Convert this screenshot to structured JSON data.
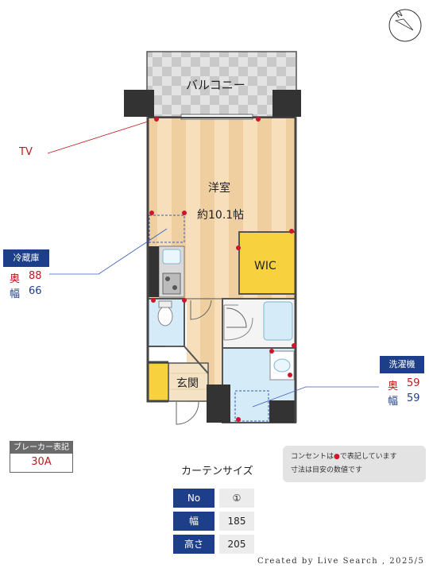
{
  "rooms": {
    "balcony": "バルコニー",
    "western_room": "洋室",
    "western_room_size": "約10.1帖",
    "wic": "WIC",
    "entrance": "玄関"
  },
  "tv": {
    "label": "TV"
  },
  "fridge": {
    "title": "冷蔵庫",
    "depth_label": "奥",
    "depth_value": "88",
    "width_label": "幅",
    "width_value": "66"
  },
  "washer": {
    "title": "洗濯機",
    "depth_label": "奥",
    "depth_value": "59",
    "width_label": "幅",
    "width_value": "59"
  },
  "breaker": {
    "title": "ブレーカー表記",
    "value": "30A"
  },
  "note": {
    "line1_a": "コンセントは",
    "line1_b": "で表記しています",
    "line2": "寸法は目安の数値です"
  },
  "curtain": {
    "title": "カーテンサイズ",
    "rows": [
      {
        "label": "No",
        "value": "①"
      },
      {
        "label": "幅",
        "value": "185"
      },
      {
        "label": "高さ",
        "value": "205"
      }
    ]
  },
  "footer": {
    "credit": "Created by Live Search , 2025/5"
  },
  "colors": {
    "accent": "#1d3f8a",
    "outlet": "#d0142b",
    "floor": "#f6dfba",
    "wic": "#f7d23e",
    "wet": "#d5ebf7"
  }
}
